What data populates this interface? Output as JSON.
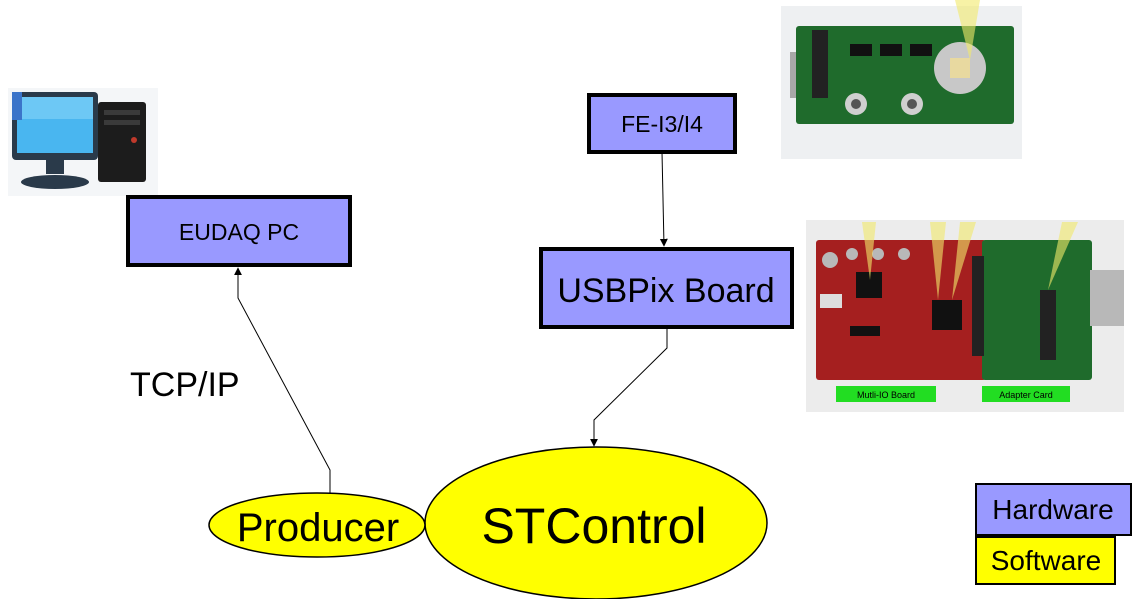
{
  "diagram": {
    "nodes": {
      "eudaq_pc": "EUDAQ PC",
      "fe_i3_i4": "FE-I3/I4",
      "usbpix_board": "USBPix Board",
      "producer": "Producer",
      "stcontrol": "STControl"
    },
    "edge_labels": {
      "tcp_ip": "TCP/IP"
    },
    "photo_labels": {
      "multi_io": "Mutli-IO Board",
      "adapter": "Adapter Card"
    },
    "legend": {
      "hardware": "Hardware",
      "software": "Software"
    }
  },
  "colors": {
    "hardware": "#9999ff",
    "software": "#ffff00",
    "pcb_green": "#1f6b2c",
    "pcb_red": "#a51f1f",
    "label_green": "#22dd22"
  },
  "icons": [
    "computer-icon",
    "fe-chip-photo",
    "usbpix-board-photo"
  ]
}
